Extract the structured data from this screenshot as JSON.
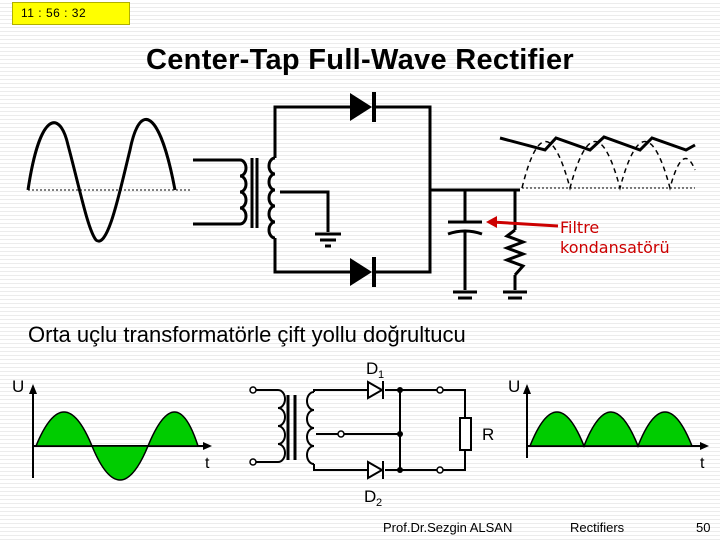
{
  "clock": "11  : 56 : 32",
  "title": "Center-Tap Full-Wave Rectifier",
  "filter_label": [
    "Filtre",
    "kondansatörü"
  ],
  "subtitle": "Orta uçlu transformatörle çift yollu doğrultucu",
  "lower_diagram": {
    "input_axis_y": "U",
    "input_axis_x": "t",
    "output_axis_y": "U",
    "output_axis_x": "t",
    "diode_top_label": "D",
    "diode_top_sub": "1",
    "diode_bottom_label": "D",
    "diode_bottom_sub": "2",
    "resistor_label": "R"
  },
  "footer": {
    "author": "Prof.Dr.Sezgin ALSAN",
    "topic": "Rectifiers",
    "page": "50"
  },
  "colors": {
    "clock_bg": "#ffff00",
    "arrow": "#cc0000",
    "wave_fill": "#00cc00"
  }
}
